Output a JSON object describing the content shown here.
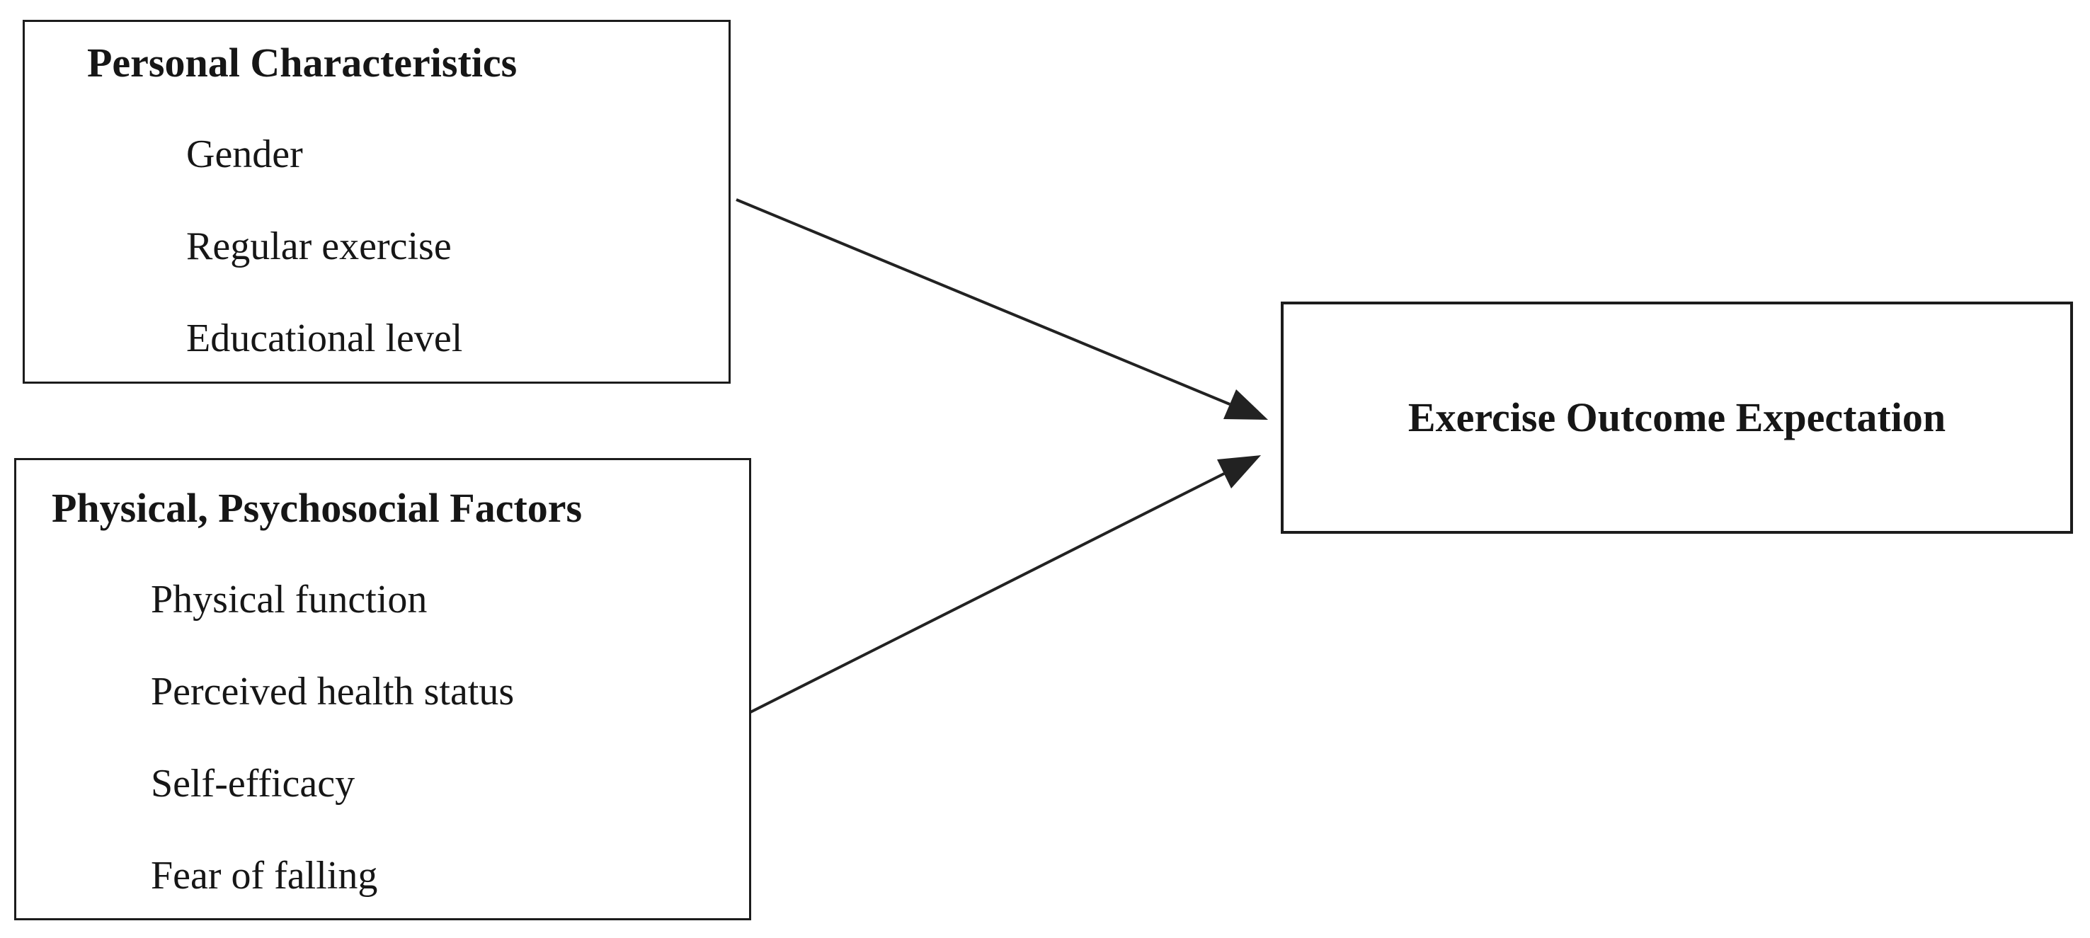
{
  "colors": {
    "text": "#161616",
    "border": "#1c1c1c",
    "arrow": "#222222",
    "background": "#ffffff"
  },
  "diagram": {
    "boxes": [
      {
        "title": "Personal Characteristics",
        "items": [
          "Gender",
          "Regular exercise",
          "Educational level"
        ]
      },
      {
        "title": "Physical, Psychosocial Factors",
        "items": [
          "Physical function",
          "Perceived health status",
          "Self-efficacy",
          "Fear of falling"
        ]
      },
      {
        "title": "Exercise Outcome Expectation",
        "items": []
      }
    ],
    "arrows": [
      {
        "from": "Personal Characteristics",
        "to": "Exercise Outcome Expectation"
      },
      {
        "from": "Physical, Psychosocial Factors",
        "to": "Exercise Outcome Expectation"
      }
    ]
  }
}
